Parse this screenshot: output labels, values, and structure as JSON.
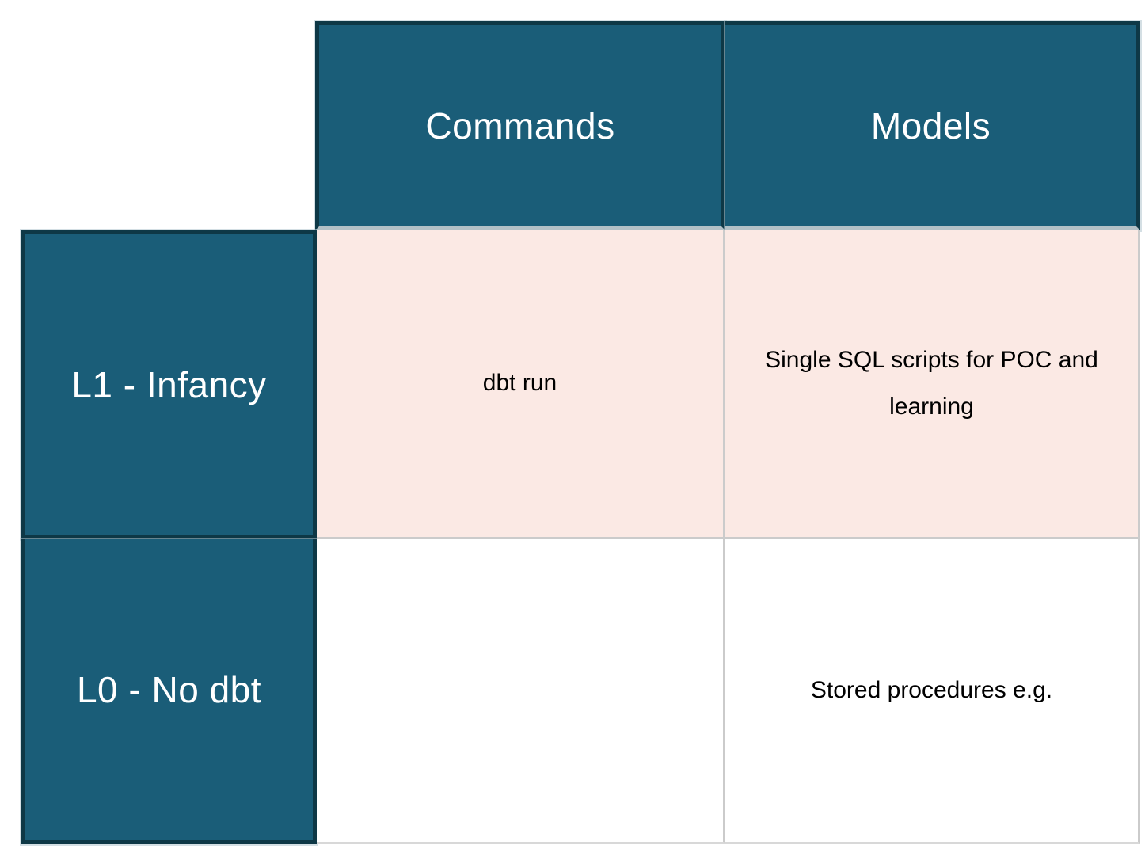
{
  "theme": {
    "canvas-bg": "#FFFFFF",
    "header-fill": "#1A5D78",
    "header-border": "#0E3846",
    "header-underline": "#B2C0C6",
    "highlight-fill": "#FBE9E4",
    "grid-line": "#CBCBCB",
    "grid-line-light": "#D8D8D8",
    "header-text": "#FFFFFF",
    "body-text": "#000000"
  },
  "matrix": {
    "columns": [
      "Commands",
      "Models"
    ],
    "rows": [
      {
        "header": "L1 - Infancy",
        "highlighted": true,
        "cells": [
          "dbt run",
          "Single SQL scripts for POC and learning"
        ]
      },
      {
        "header": "L0 - No dbt",
        "highlighted": false,
        "cells": [
          "",
          "Stored procedures e.g."
        ]
      }
    ]
  }
}
